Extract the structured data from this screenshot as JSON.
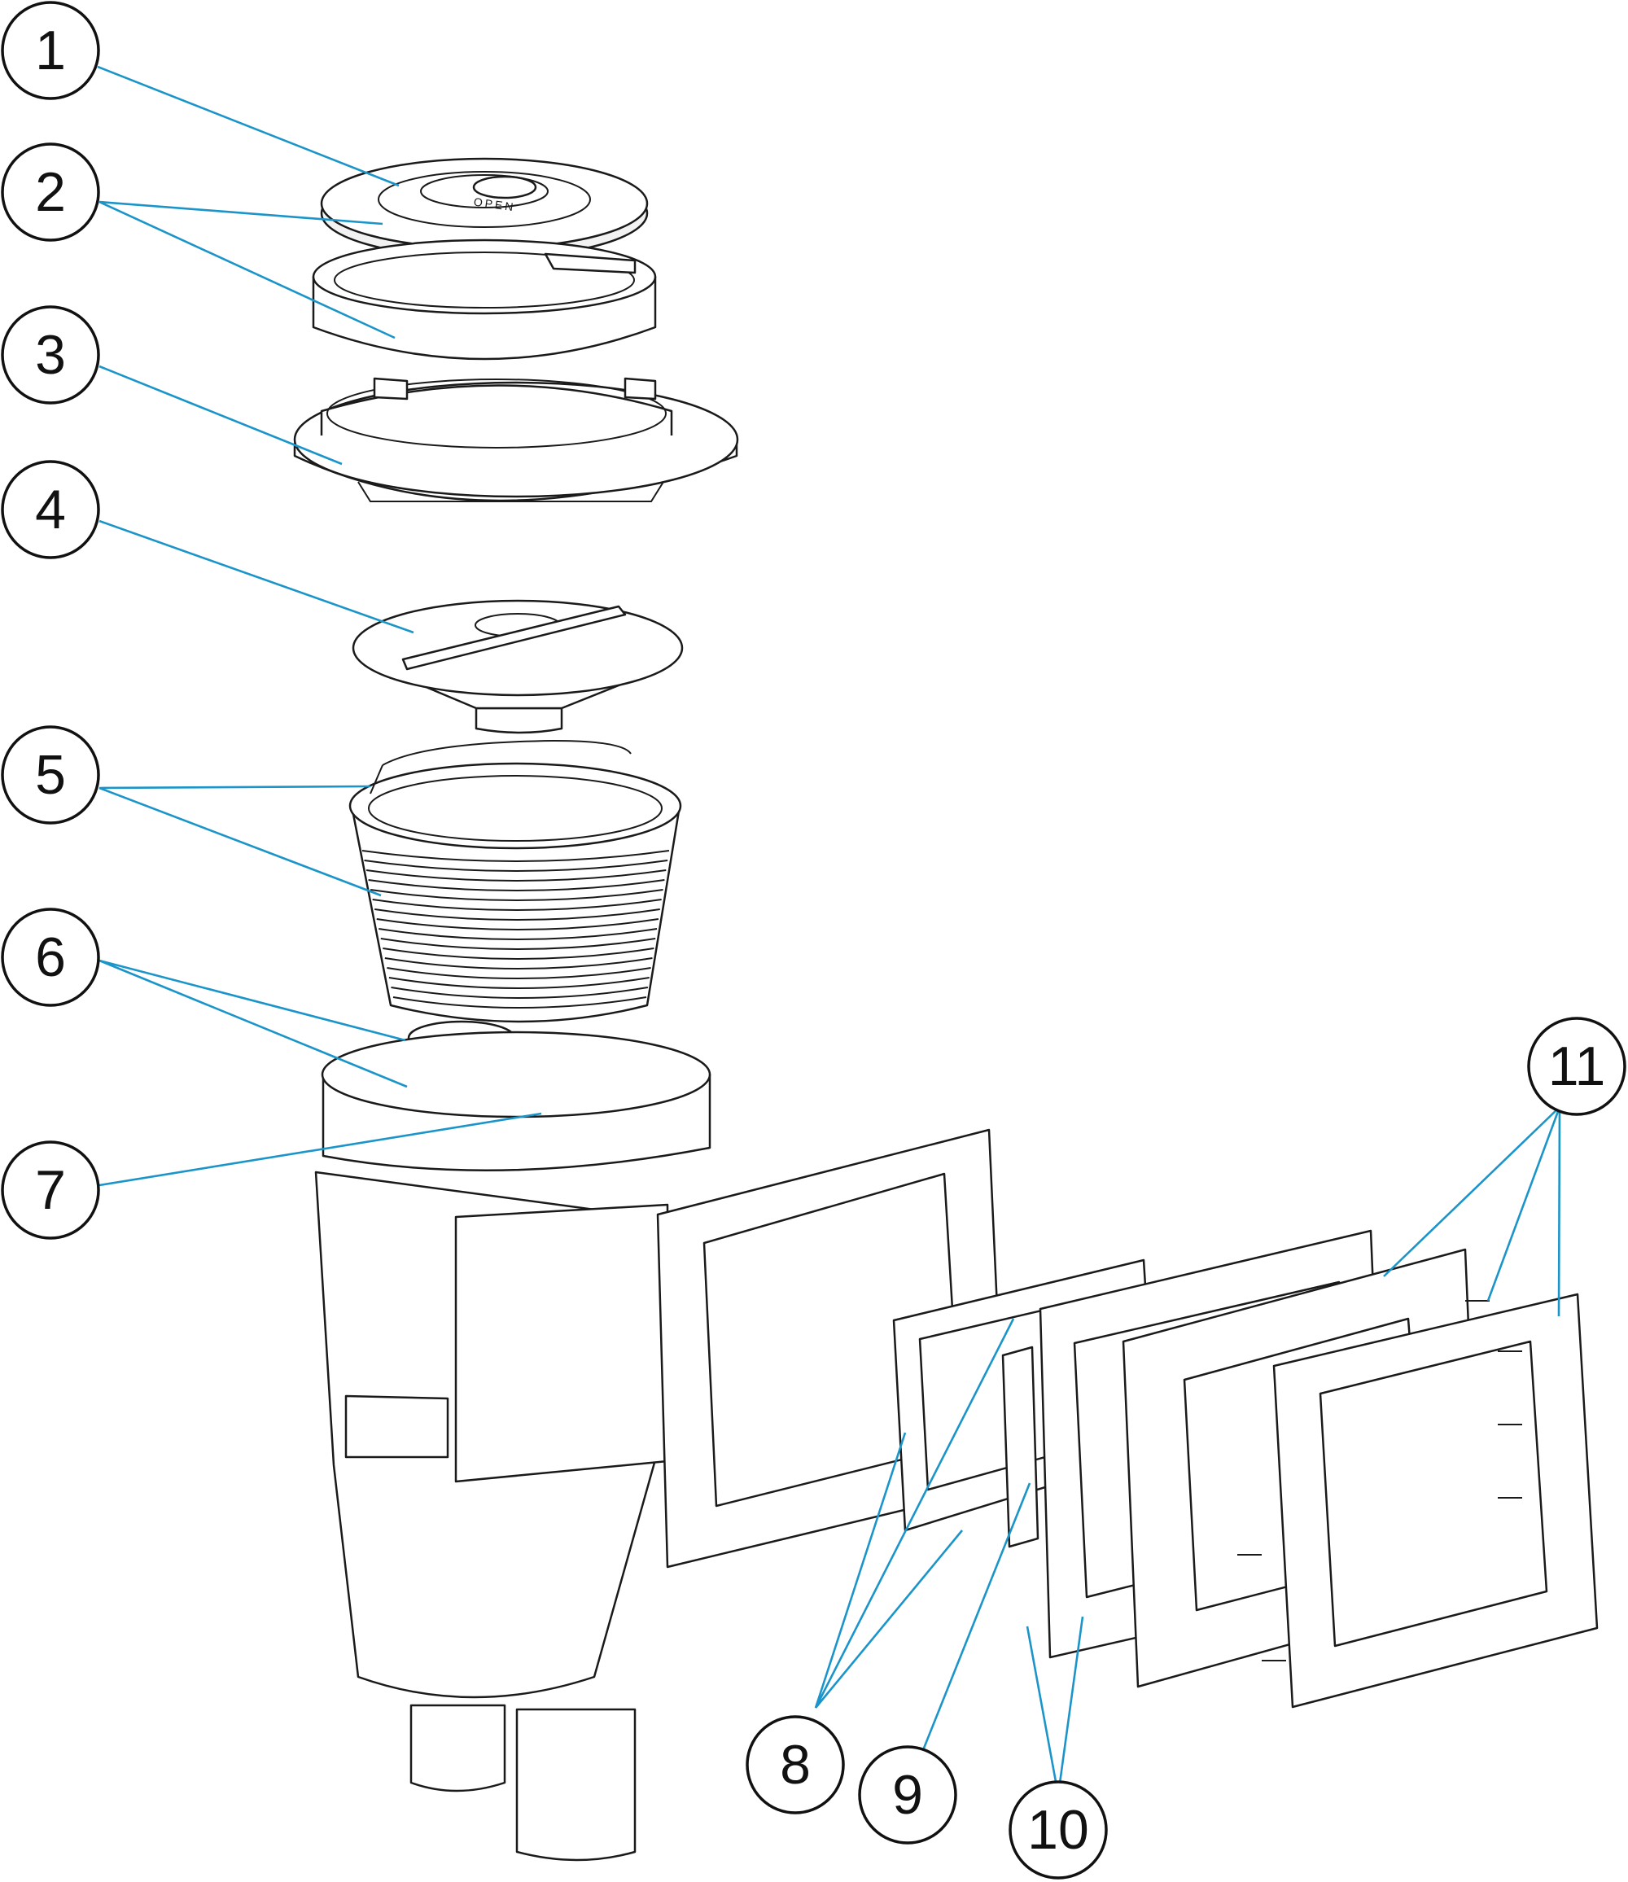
{
  "diagram": {
    "lid_marking": "OPEN",
    "leader_color": "#1b95c9",
    "line_color": "#1a1a1a",
    "callouts": [
      "1",
      "2",
      "3",
      "4",
      "5",
      "6",
      "7",
      "8",
      "9",
      "10",
      "11"
    ]
  }
}
